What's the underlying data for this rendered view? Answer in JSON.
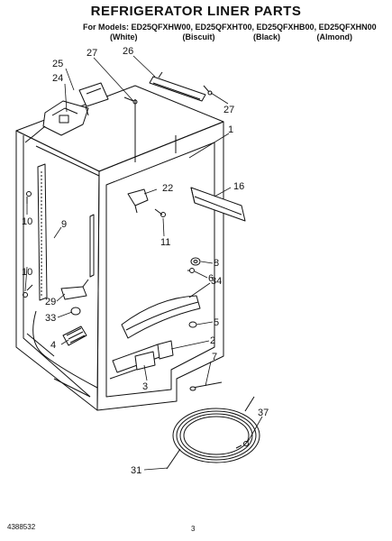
{
  "header": {
    "title": "REFRIGERATOR LINER PARTS",
    "models_line": "For Models: ED25QFXHW00, ED25QFXHT00, ED25QFXHB00, ED25QFXHN00",
    "colors": [
      "(White)",
      "(Biscuit)",
      "(Black)",
      "(Almond)"
    ]
  },
  "callouts": [
    "25",
    "27",
    "26",
    "24",
    "27",
    "1",
    "22",
    "16",
    "10",
    "9",
    "11",
    "8",
    "6",
    "10",
    "34",
    "29",
    "5",
    "33",
    "4",
    "2",
    "7",
    "3",
    "37",
    "31"
  ],
  "footer": {
    "part_number": "4388532",
    "page_number": "3"
  }
}
